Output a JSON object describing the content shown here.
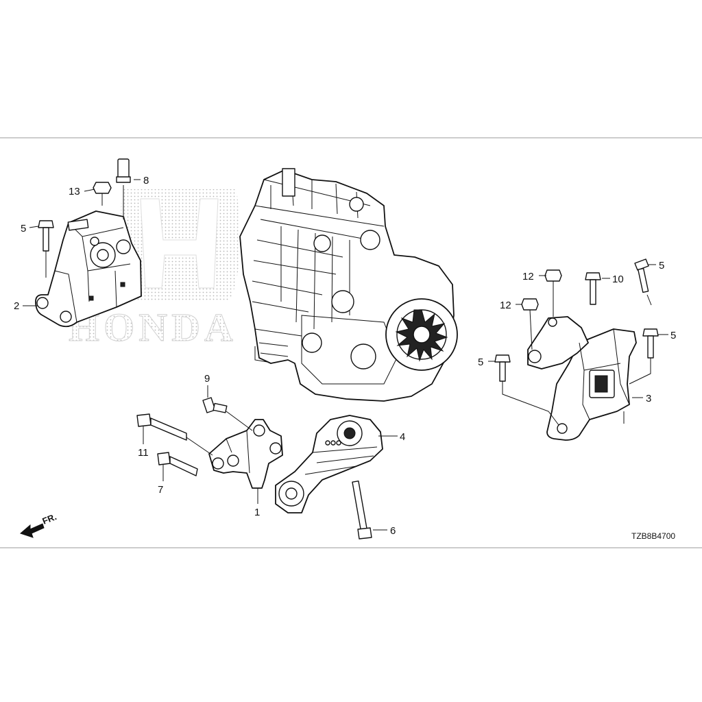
{
  "diagram": {
    "brand_watermark": "HONDA",
    "drawing_code": "TZB8B4700",
    "front_marker": "FR.",
    "callouts": [
      {
        "id": "c1",
        "text": "1"
      },
      {
        "id": "c2",
        "text": "2"
      },
      {
        "id": "c3",
        "text": "3"
      },
      {
        "id": "c4",
        "text": "4"
      },
      {
        "id": "c5a",
        "text": "5"
      },
      {
        "id": "c5b",
        "text": "5"
      },
      {
        "id": "c5c",
        "text": "5"
      },
      {
        "id": "c5d",
        "text": "5"
      },
      {
        "id": "c6",
        "text": "6"
      },
      {
        "id": "c7",
        "text": "7"
      },
      {
        "id": "c8",
        "text": "8"
      },
      {
        "id": "c9",
        "text": "9"
      },
      {
        "id": "c10",
        "text": "10"
      },
      {
        "id": "c11",
        "text": "11"
      },
      {
        "id": "c12a",
        "text": "12"
      },
      {
        "id": "c12b",
        "text": "12"
      },
      {
        "id": "c13",
        "text": "13"
      }
    ]
  }
}
